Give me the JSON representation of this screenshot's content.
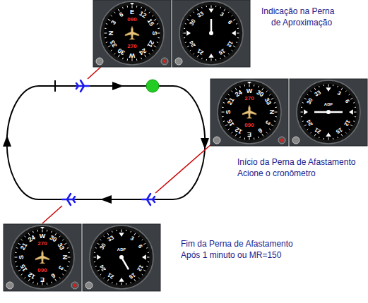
{
  "diagram": {
    "labels": [
      "N",
      "3",
      "6",
      "E",
      "12",
      "15",
      "S",
      "21",
      "24",
      "W",
      "30",
      "33",
      "090",
      "270",
      "3",
      "6",
      "12",
      "15",
      "21",
      "24",
      "30",
      "33",
      "Indicação na Perna",
      "de Aproximação",
      "N",
      "3",
      "6",
      "E",
      "12",
      "15",
      "S",
      "21",
      "24",
      "W",
      "30",
      "33",
      "270",
      "090",
      "3",
      "6",
      "12",
      "15",
      "21",
      "24",
      "30",
      "33",
      "ADF",
      "Início da Perna de Afastamento",
      "Acione o cronômetro",
      "N",
      "3",
      "6",
      "E",
      "12",
      "15",
      "S",
      "21",
      "24",
      "W",
      "30",
      "33",
      "270",
      "090",
      "3",
      "6",
      "12",
      "15",
      "21",
      "24",
      "30",
      "33",
      "ADF",
      "Fim da Perna de Afastamento",
      "Após 1 minuto ou MR=150"
    ]
  }
}
